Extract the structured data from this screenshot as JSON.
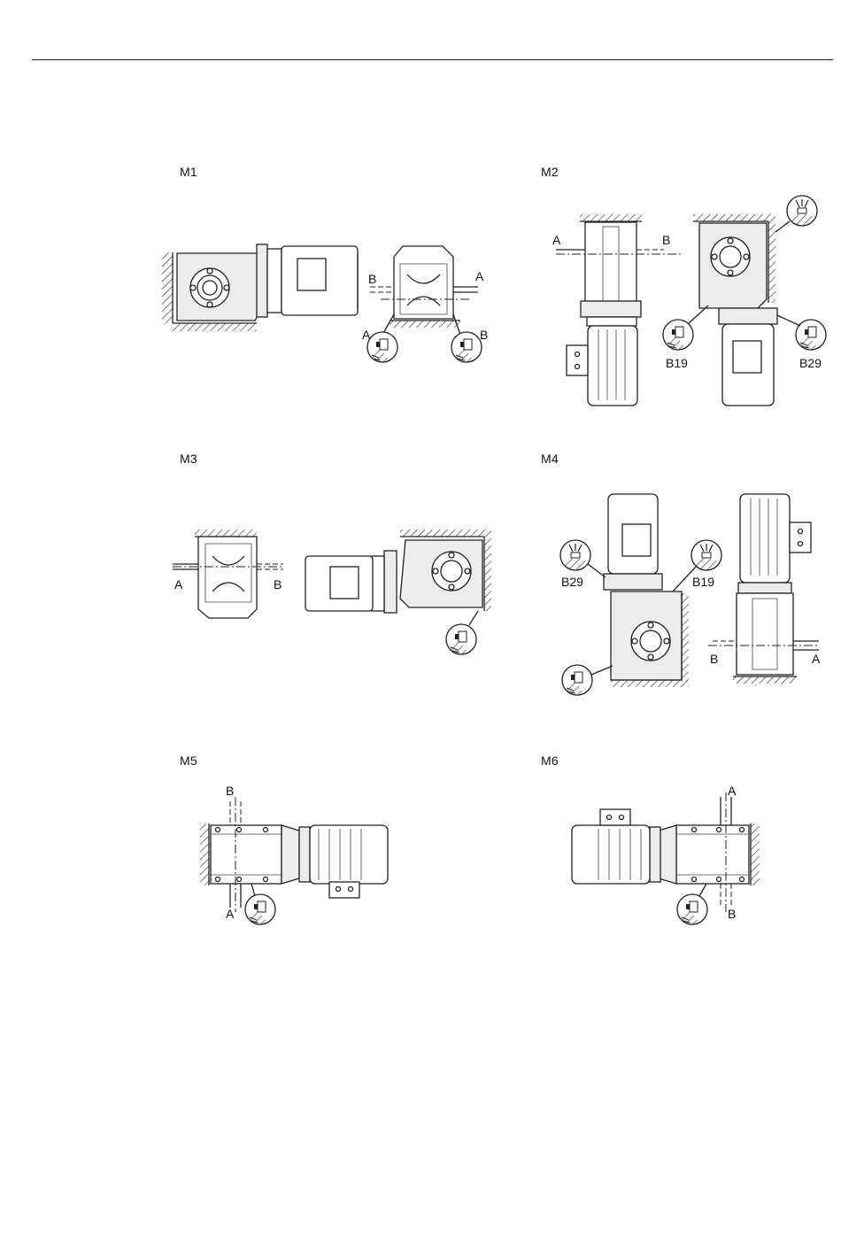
{
  "panels": [
    {
      "id": "M1",
      "label": "M1"
    },
    {
      "id": "M2",
      "label": "M2"
    },
    {
      "id": "M3",
      "label": "M3"
    },
    {
      "id": "M4",
      "label": "M4"
    },
    {
      "id": "M5",
      "label": "M5"
    },
    {
      "id": "M6",
      "label": "M6"
    }
  ],
  "labels": {
    "shaft_a": "A",
    "shaft_b": "B",
    "b19": "B19",
    "b29": "B29"
  },
  "icons": [
    "oil-drain-plug-icon",
    "breather-valve-icon",
    "wall-hatch"
  ]
}
